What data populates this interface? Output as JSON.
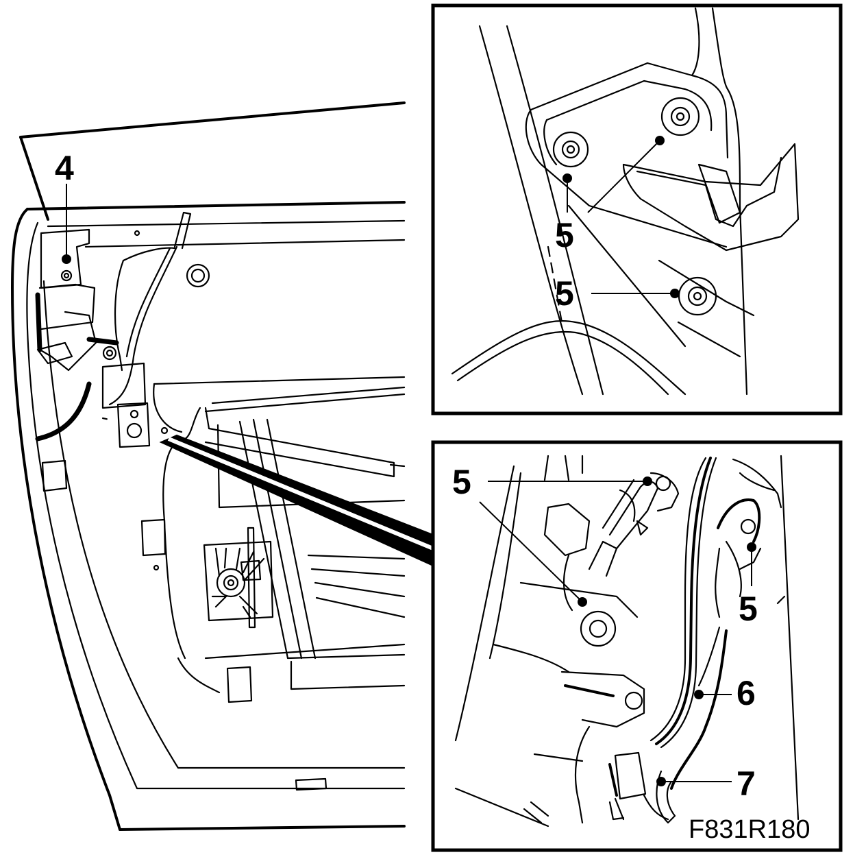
{
  "figure": {
    "id_label": "F831R180"
  },
  "callouts": {
    "main": {
      "item4": "4"
    },
    "detail_top": {
      "first": "5",
      "second": "5"
    },
    "detail_bottom": {
      "first": "5",
      "second": "5",
      "item6": "6",
      "item7": "7"
    }
  },
  "colors": {
    "ink": "#000000",
    "paper": "#ffffff"
  }
}
